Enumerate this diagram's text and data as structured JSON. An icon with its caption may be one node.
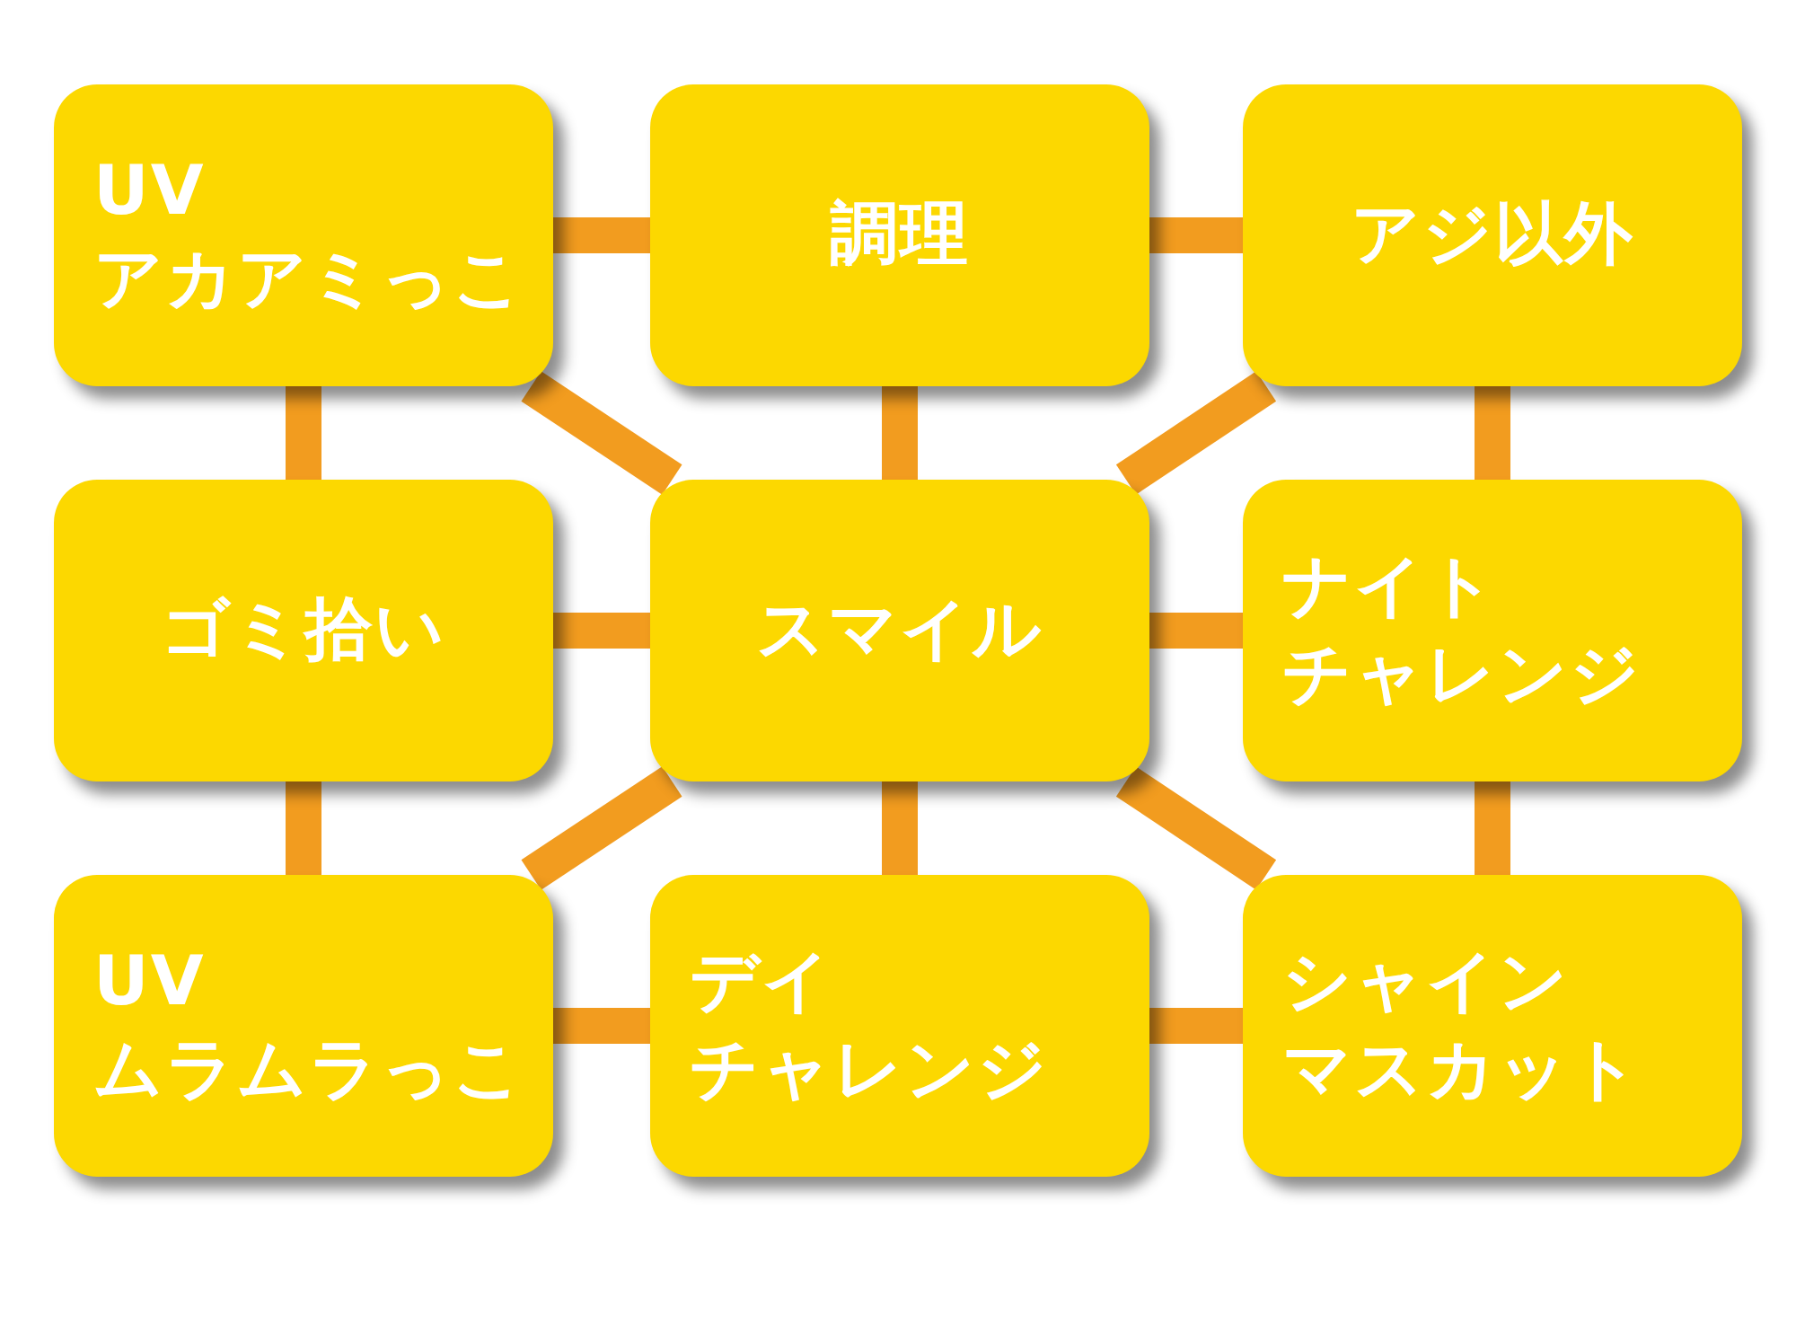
{
  "diagram": {
    "nodes": [
      {
        "text": [
          "UVアカアミっこ"
        ]
      },
      {
        "text": [
          "調理"
        ]
      },
      {
        "text": [
          "アジ以外"
        ]
      },
      {
        "text": [
          "ゴミ拾い"
        ]
      },
      {
        "text": [
          "スマイル"
        ]
      },
      {
        "text": [
          "ナイトチャレンジ"
        ]
      },
      {
        "text": [
          "UVムラムラっこ"
        ]
      },
      {
        "text": [
          "デイチャレンジ"
        ]
      },
      {
        "text": [
          "シャインマスカット"
        ]
      }
    ],
    "edges": [
      {
        "from": 0,
        "to": 1,
        "arrow": "none"
      },
      {
        "from": 1,
        "to": 2,
        "arrow": "none"
      },
      {
        "from": 0,
        "to": 3,
        "arrow": "none"
      },
      {
        "from": 0,
        "to": 4,
        "arrow": "none"
      },
      {
        "from": 1,
        "to": 4,
        "arrow": "none"
      },
      {
        "from": 2,
        "to": 4,
        "arrow": "none"
      },
      {
        "from": 2,
        "to": 5,
        "arrow": "none"
      },
      {
        "from": 3,
        "to": 4,
        "arrow": "none"
      },
      {
        "from": 4,
        "to": 5,
        "arrow": "none"
      },
      {
        "from": 3,
        "to": 6,
        "arrow": "none"
      },
      {
        "from": 4,
        "to": 6,
        "arrow": "none"
      },
      {
        "from": 4,
        "to": 7,
        "arrow": "none"
      },
      {
        "from": 4,
        "to": 8,
        "arrow": "none"
      },
      {
        "from": 5,
        "to": 8,
        "arrow": "none"
      },
      {
        "from": 6,
        "to": 7,
        "arrow": "none"
      },
      {
        "from": 7,
        "to": 8,
        "arrow": "none"
      }
    ]
  }
}
